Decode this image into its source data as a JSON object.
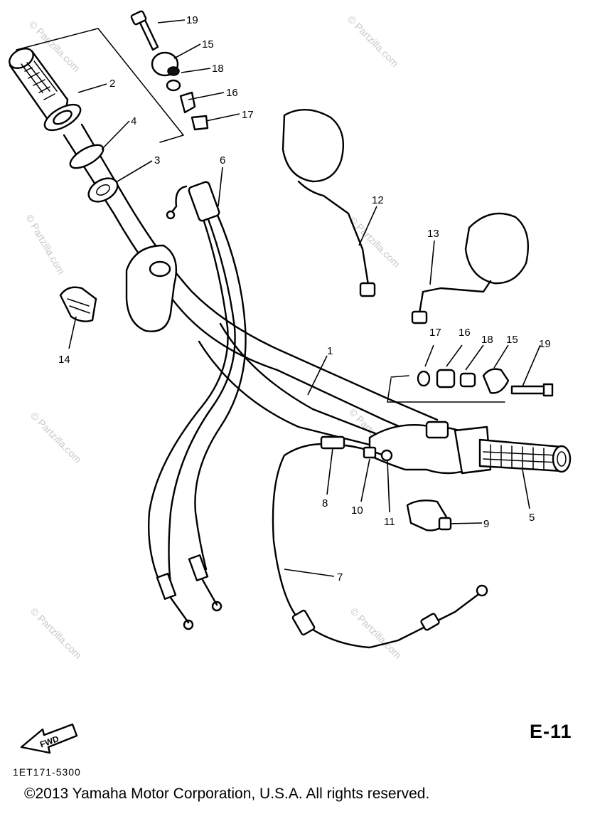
{
  "callouts": {
    "c1": "1",
    "c2": "2",
    "c3": "3",
    "c4": "4",
    "c5": "5",
    "c6": "6",
    "c7": "7",
    "c8": "8",
    "c9": "9",
    "c10": "10",
    "c11": "11",
    "c12": "12",
    "c13": "13",
    "c14": "14",
    "c15a": "15",
    "c15b": "15",
    "c16a": "16",
    "c16b": "16",
    "c17a": "17",
    "c17b": "17",
    "c18a": "18",
    "c18b": "18",
    "c19a": "19",
    "c19b": "19"
  },
  "fwd_label": "FWD",
  "page_code": "E-11",
  "part_code": "1ET171-5300",
  "copyright": "©2013 Yamaha Motor Corporation, U.S.A. All rights reserved.",
  "watermark": {
    "text": "© Partzilla.com",
    "color": "#c8c8c8"
  }
}
